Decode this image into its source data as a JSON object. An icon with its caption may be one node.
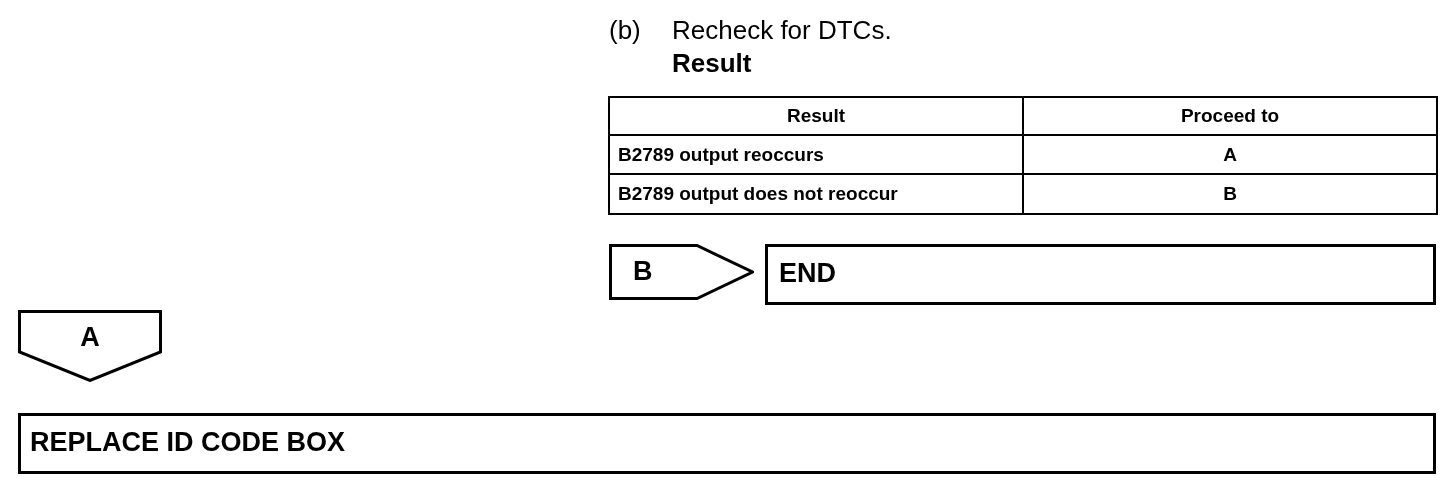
{
  "diagram": {
    "nodes": [
      {
        "text": [
          "B"
        ]
      },
      {
        "text": [
          "END"
        ]
      },
      {
        "text": [
          "A"
        ]
      },
      {
        "text": [
          "REPLACE ID CODE BOX"
        ]
      }
    ],
    "labels": [
      "(b)",
      "Recheck for DTCs.",
      "Result",
      "Result",
      "Proceed to",
      "B2789 output reoccurs",
      "A",
      "B2789 output does not reoccur",
      "B"
    ]
  }
}
